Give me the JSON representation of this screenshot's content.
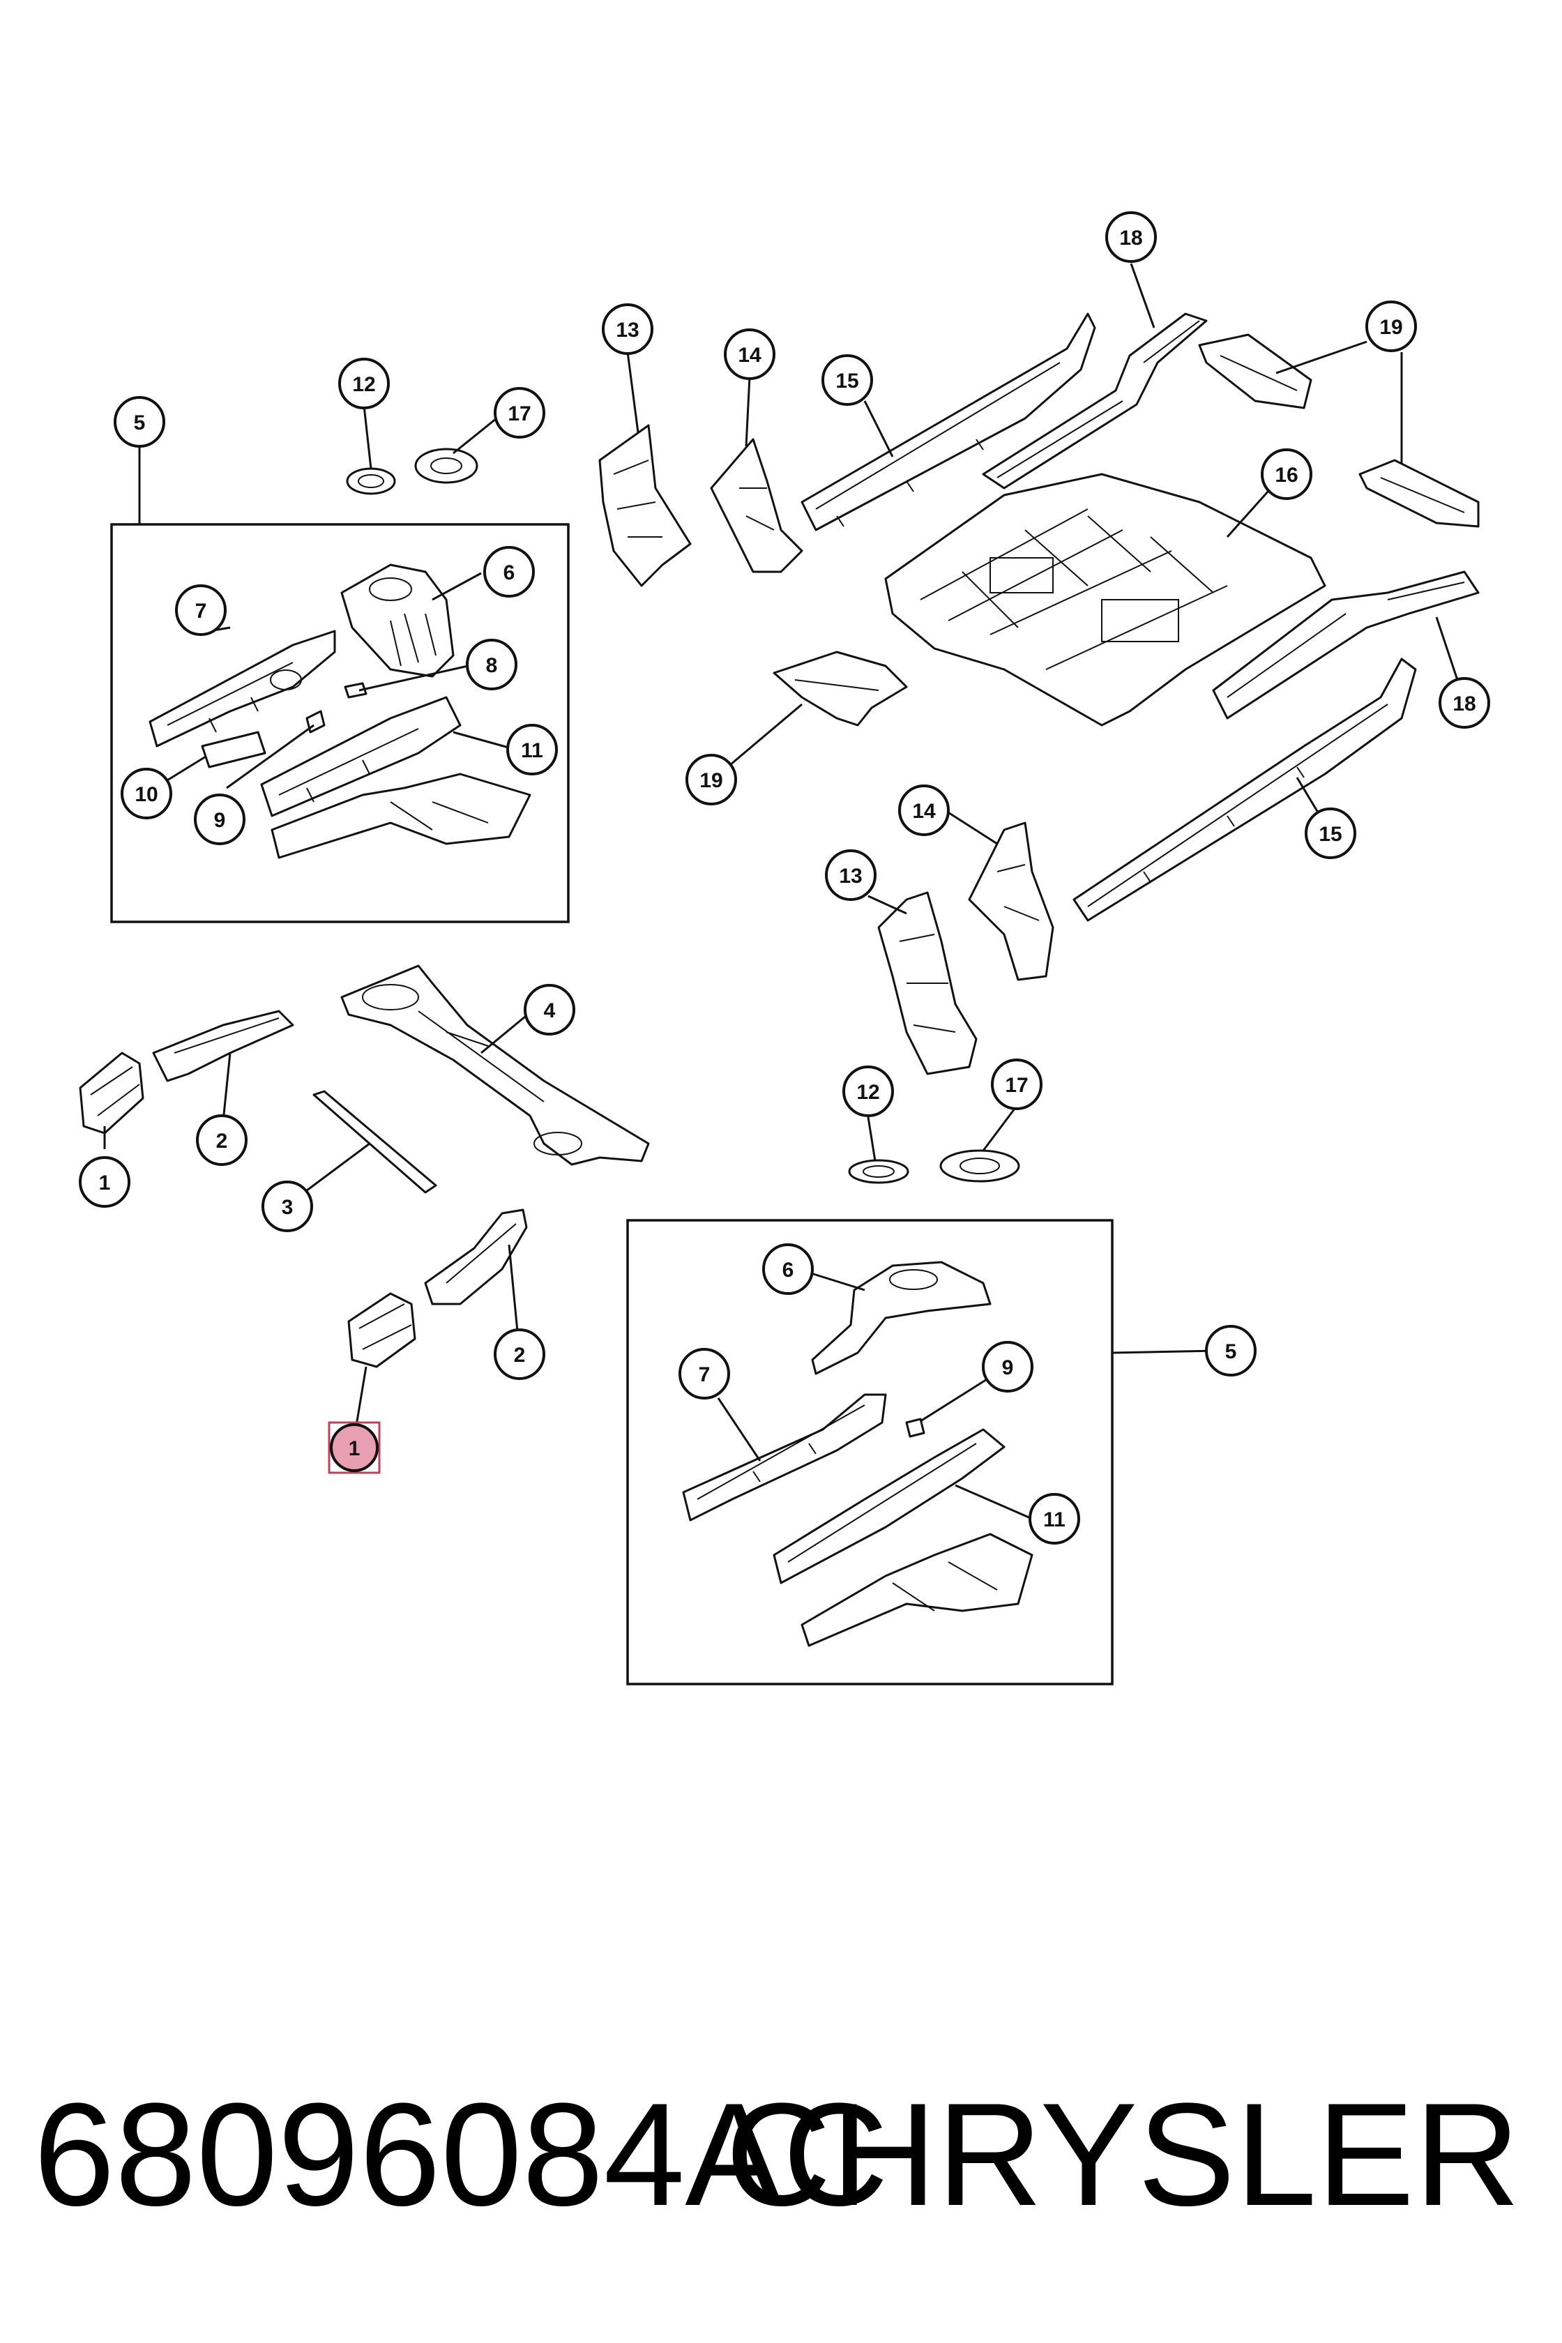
{
  "callouts": [
    "1",
    "2",
    "3",
    "4",
    "5",
    "6",
    "7",
    "8",
    "9",
    "10",
    "11",
    "12",
    "13",
    "14",
    "15",
    "16",
    "17",
    "18",
    "19"
  ],
  "highlight_color": "#e8a0b0",
  "footer": {
    "part_number": "68096084AC",
    "brand": "CHRYSLER"
  }
}
